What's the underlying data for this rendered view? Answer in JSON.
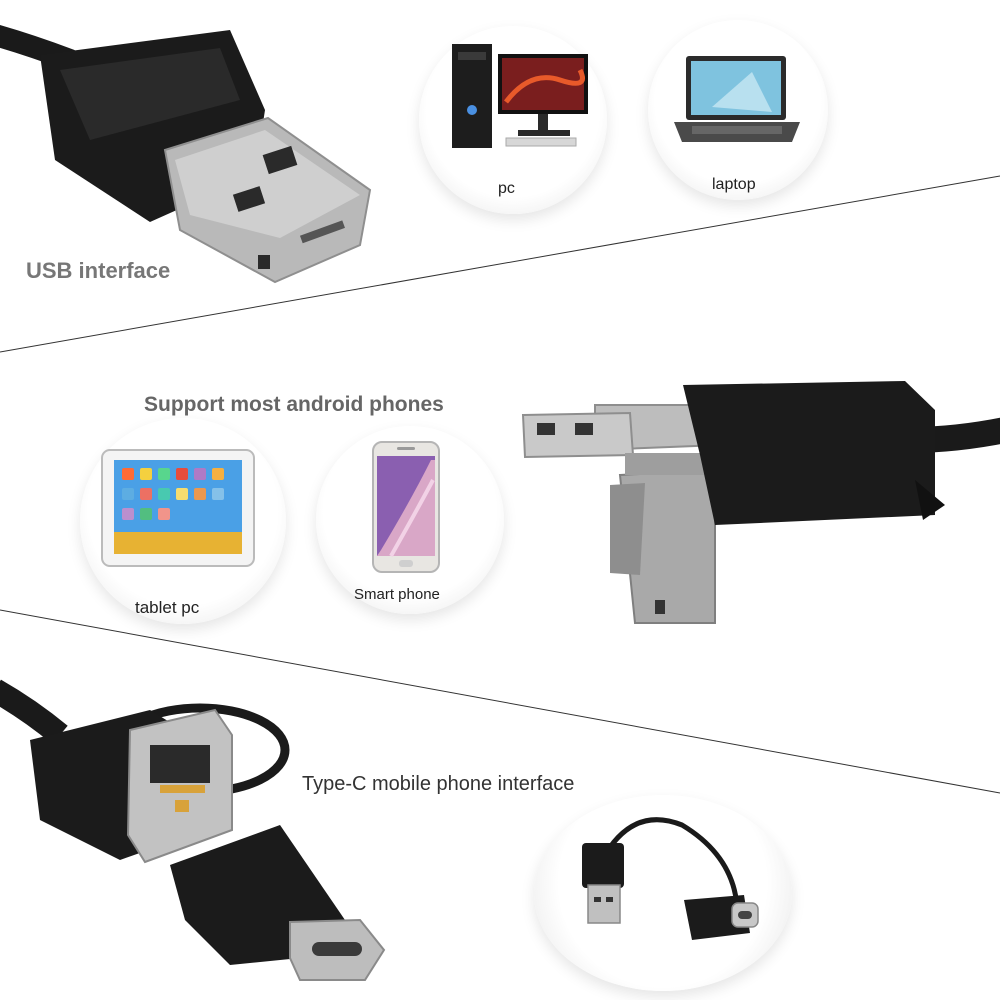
{
  "sections": {
    "usb": {
      "heading": "USB interface",
      "devices": [
        {
          "label": "pc",
          "icon": "desktop-pc-icon"
        },
        {
          "label": "laptop",
          "icon": "laptop-icon"
        }
      ]
    },
    "android": {
      "heading": "Support most android phones",
      "devices": [
        {
          "label": "tablet pc",
          "icon": "tablet-icon"
        },
        {
          "label": "Smart phone",
          "icon": "smartphone-icon"
        }
      ]
    },
    "typec": {
      "heading": "Type-C mobile phone interface"
    }
  },
  "colors": {
    "heading_grey": "#777777",
    "connector_black": "#1b1b1b",
    "metal": "#b9b9b9"
  }
}
